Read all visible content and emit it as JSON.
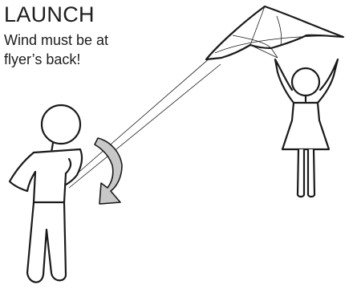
{
  "title": "LAUNCH",
  "note_lines": [
    "Wind must be at",
    "flyer’s back!"
  ],
  "colors": {
    "ink": "#1a1a1a",
    "arrow_fill": "#c8c8c8",
    "background": "#ffffff"
  },
  "icons": {
    "direction": "curved-arrow-icon"
  }
}
